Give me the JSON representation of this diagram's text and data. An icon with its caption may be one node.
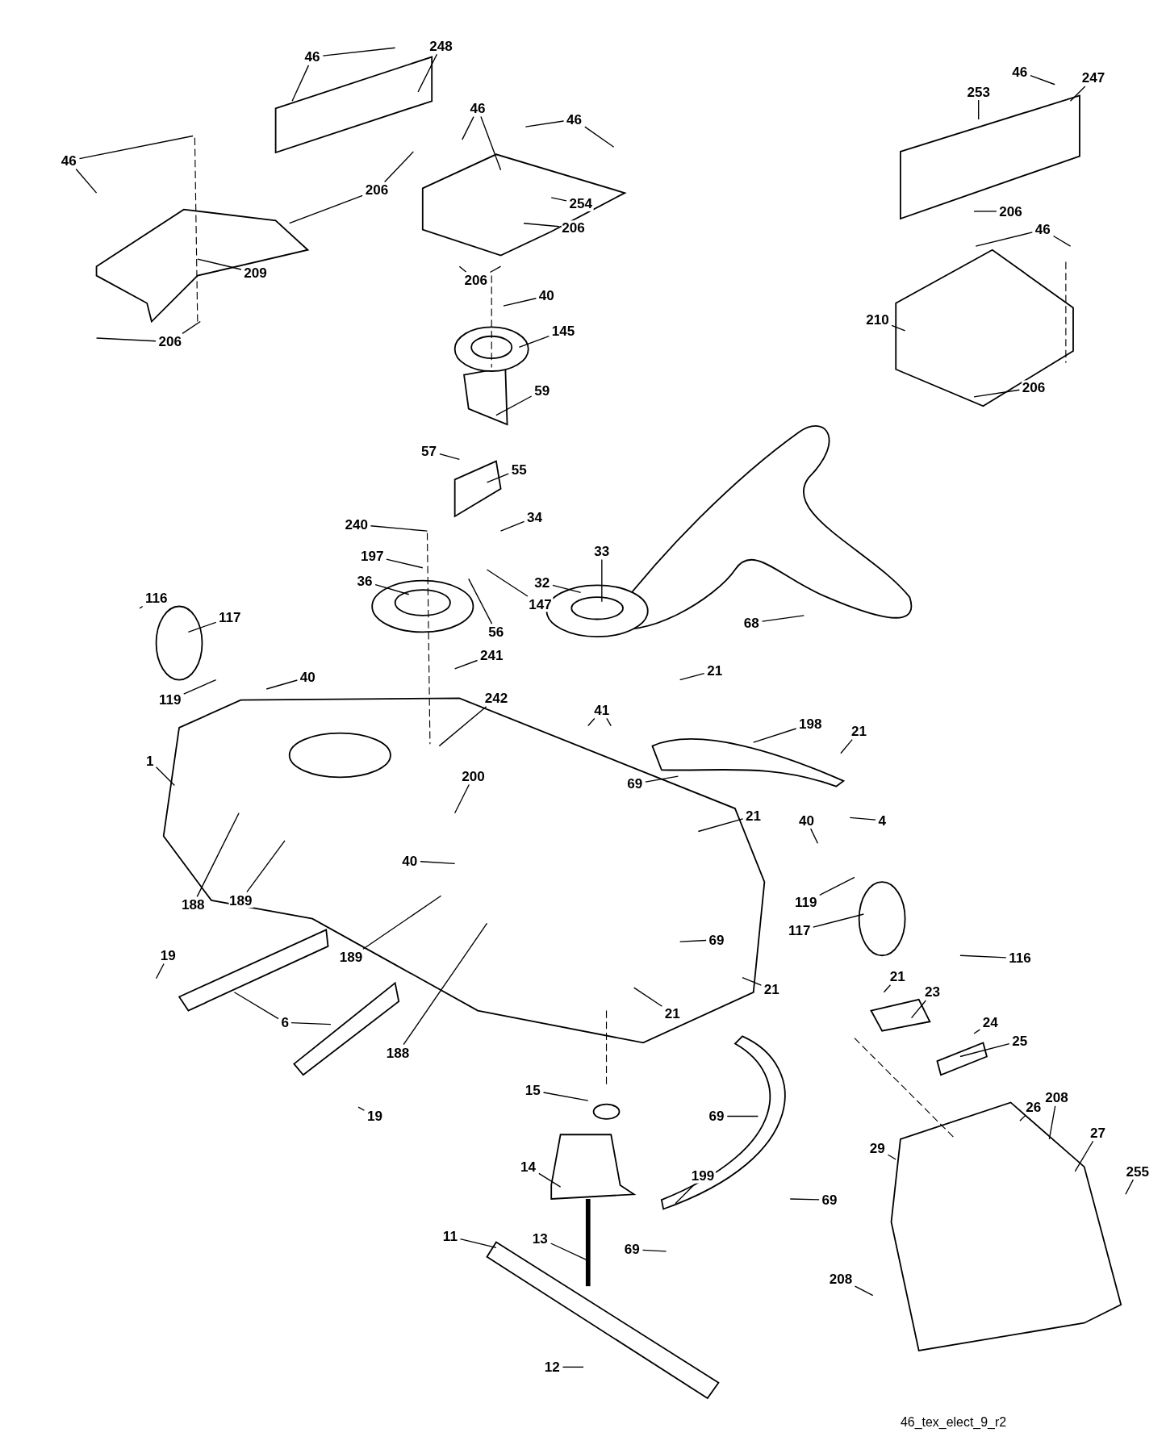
{
  "diagram": {
    "nodes": [
      {
        "text": [
          "46"
        ]
      },
      {
        "text": [
          "248"
        ]
      },
      {
        "text": [
          "46"
        ]
      },
      {
        "text": [
          "247"
        ]
      },
      {
        "text": [
          "253"
        ]
      },
      {
        "text": [
          "46"
        ]
      },
      {
        "text": [
          "46"
        ]
      },
      {
        "text": [
          "46"
        ]
      },
      {
        "text": [
          "206"
        ]
      },
      {
        "text": [
          "254"
        ]
      },
      {
        "text": [
          "206"
        ]
      },
      {
        "text": [
          "206"
        ]
      },
      {
        "text": [
          "46"
        ]
      },
      {
        "text": [
          "209"
        ]
      },
      {
        "text": [
          "206"
        ]
      },
      {
        "text": [
          "40"
        ]
      },
      {
        "text": [
          "210"
        ]
      },
      {
        "text": [
          "145"
        ]
      },
      {
        "text": [
          "206"
        ]
      },
      {
        "text": [
          "206"
        ]
      },
      {
        "text": [
          "59"
        ]
      },
      {
        "text": [
          "57"
        ]
      },
      {
        "text": [
          "55"
        ]
      },
      {
        "text": [
          "34"
        ]
      },
      {
        "text": [
          "240"
        ]
      },
      {
        "text": [
          "33"
        ]
      },
      {
        "text": [
          "197"
        ]
      },
      {
        "text": [
          "36"
        ]
      },
      {
        "text": [
          "32"
        ]
      },
      {
        "text": [
          "116"
        ]
      },
      {
        "text": [
          "147"
        ]
      },
      {
        "text": [
          "117"
        ]
      },
      {
        "text": [
          "68"
        ]
      },
      {
        "text": [
          "56"
        ]
      },
      {
        "text": [
          "241"
        ]
      },
      {
        "text": [
          "21"
        ]
      },
      {
        "text": [
          "40"
        ]
      },
      {
        "text": [
          "119"
        ]
      },
      {
        "text": [
          "242"
        ]
      },
      {
        "text": [
          "41"
        ]
      },
      {
        "text": [
          "198"
        ]
      },
      {
        "text": [
          "21"
        ]
      },
      {
        "text": [
          "1"
        ]
      },
      {
        "text": [
          "200"
        ]
      },
      {
        "text": [
          "69"
        ]
      },
      {
        "text": [
          "21"
        ]
      },
      {
        "text": [
          "40"
        ]
      },
      {
        "text": [
          "4"
        ]
      },
      {
        "text": [
          "40"
        ]
      },
      {
        "text": [
          "119"
        ]
      },
      {
        "text": [
          "188"
        ]
      },
      {
        "text": [
          "189"
        ]
      },
      {
        "text": [
          "117"
        ]
      },
      {
        "text": [
          "189"
        ]
      },
      {
        "text": [
          "19"
        ]
      },
      {
        "text": [
          "69"
        ]
      },
      {
        "text": [
          "116"
        ]
      },
      {
        "text": [
          "21"
        ]
      },
      {
        "text": [
          "21"
        ]
      },
      {
        "text": [
          "23"
        ]
      },
      {
        "text": [
          "21"
        ]
      },
      {
        "text": [
          "6"
        ]
      },
      {
        "text": [
          "24"
        ]
      },
      {
        "text": [
          "25"
        ]
      },
      {
        "text": [
          "188"
        ]
      },
      {
        "text": [
          "15"
        ]
      },
      {
        "text": [
          "208"
        ]
      },
      {
        "text": [
          "26"
        ]
      },
      {
        "text": [
          "19"
        ]
      },
      {
        "text": [
          "69"
        ]
      },
      {
        "text": [
          "27"
        ]
      },
      {
        "text": [
          "29"
        ]
      },
      {
        "text": [
          "14"
        ]
      },
      {
        "text": [
          "255"
        ]
      },
      {
        "text": [
          "199"
        ]
      },
      {
        "text": [
          "69"
        ]
      },
      {
        "text": [
          "11"
        ]
      },
      {
        "text": [
          "13"
        ]
      },
      {
        "text": [
          "69"
        ]
      },
      {
        "text": [
          "208"
        ]
      },
      {
        "text": [
          "12"
        ]
      }
    ],
    "edges": [
      {
        "from": 0,
        "to": null,
        "arrow": "none"
      },
      {
        "from": 0,
        "to": null,
        "arrow": "none"
      },
      {
        "from": 1,
        "to": null,
        "arrow": "none"
      },
      {
        "from": 2,
        "to": null,
        "arrow": "none"
      },
      {
        "from": 3,
        "to": null,
        "arrow": "none"
      },
      {
        "from": 4,
        "to": null,
        "arrow": "none"
      },
      {
        "from": 5,
        "to": null,
        "arrow": "none"
      },
      {
        "from": 5,
        "to": null,
        "arrow": "none"
      },
      {
        "from": 6,
        "to": null,
        "arrow": "none"
      },
      {
        "from": 6,
        "to": null,
        "arrow": "none"
      },
      {
        "from": 7,
        "to": null,
        "arrow": "none"
      },
      {
        "from": 7,
        "to": null,
        "arrow": "none"
      },
      {
        "from": 8,
        "to": null,
        "arrow": "none"
      },
      {
        "from": 8,
        "to": null,
        "arrow": "none"
      },
      {
        "from": 9,
        "to": null,
        "arrow": "none"
      },
      {
        "from": 10,
        "to": null,
        "arrow": "none"
      },
      {
        "from": 11,
        "to": null,
        "arrow": "none"
      },
      {
        "from": 12,
        "to": null,
        "arrow": "none"
      },
      {
        "from": 12,
        "to": null,
        "arrow": "none"
      },
      {
        "from": 13,
        "to": null,
        "arrow": "none"
      },
      {
        "from": 14,
        "to": null,
        "arrow": "none"
      },
      {
        "from": 14,
        "to": null,
        "arrow": "none"
      },
      {
        "from": 15,
        "to": null,
        "arrow": "none"
      },
      {
        "from": 16,
        "to": null,
        "arrow": "none"
      },
      {
        "from": 17,
        "to": null,
        "arrow": "none"
      },
      {
        "from": 18,
        "to": null,
        "arrow": "none"
      },
      {
        "from": 18,
        "to": null,
        "arrow": "none"
      },
      {
        "from": 19,
        "to": null,
        "arrow": "none"
      },
      {
        "from": 20,
        "to": null,
        "arrow": "none"
      },
      {
        "from": 21,
        "to": null,
        "arrow": "none"
      },
      {
        "from": 22,
        "to": null,
        "arrow": "none"
      },
      {
        "from": 23,
        "to": null,
        "arrow": "none"
      },
      {
        "from": 24,
        "to": null,
        "arrow": "none"
      },
      {
        "from": 25,
        "to": null,
        "arrow": "none"
      },
      {
        "from": 26,
        "to": null,
        "arrow": "none"
      },
      {
        "from": 27,
        "to": null,
        "arrow": "none"
      },
      {
        "from": 28,
        "to": null,
        "arrow": "none"
      },
      {
        "from": 29,
        "to": null,
        "arrow": "none"
      },
      {
        "from": 30,
        "to": null,
        "arrow": "none"
      },
      {
        "from": 31,
        "to": null,
        "arrow": "none"
      },
      {
        "from": 32,
        "to": null,
        "arrow": "none"
      },
      {
        "from": 33,
        "to": null,
        "arrow": "none"
      },
      {
        "from": 34,
        "to": null,
        "arrow": "none"
      },
      {
        "from": 35,
        "to": null,
        "arrow": "none"
      },
      {
        "from": 36,
        "to": null,
        "arrow": "none"
      },
      {
        "from": 37,
        "to": null,
        "arrow": "none"
      },
      {
        "from": 38,
        "to": null,
        "arrow": "none"
      },
      {
        "from": 39,
        "to": null,
        "arrow": "none"
      },
      {
        "from": 39,
        "to": null,
        "arrow": "none"
      },
      {
        "from": 40,
        "to": null,
        "arrow": "none"
      },
      {
        "from": 41,
        "to": null,
        "arrow": "none"
      },
      {
        "from": 42,
        "to": null,
        "arrow": "none"
      },
      {
        "from": 43,
        "to": null,
        "arrow": "none"
      },
      {
        "from": 44,
        "to": null,
        "arrow": "none"
      },
      {
        "from": 45,
        "to": null,
        "arrow": "none"
      },
      {
        "from": 46,
        "to": null,
        "arrow": "none"
      },
      {
        "from": 47,
        "to": null,
        "arrow": "none"
      },
      {
        "from": 48,
        "to": null,
        "arrow": "none"
      },
      {
        "from": 49,
        "to": null,
        "arrow": "none"
      },
      {
        "from": 50,
        "to": null,
        "arrow": "none"
      },
      {
        "from": 51,
        "to": null,
        "arrow": "none"
      },
      {
        "from": 52,
        "to": null,
        "arrow": "none"
      },
      {
        "from": 53,
        "to": null,
        "arrow": "none"
      },
      {
        "from": 54,
        "to": null,
        "arrow": "none"
      },
      {
        "from": 55,
        "to": null,
        "arrow": "none"
      },
      {
        "from": 56,
        "to": null,
        "arrow": "none"
      },
      {
        "from": 57,
        "to": null,
        "arrow": "none"
      },
      {
        "from": 58,
        "to": null,
        "arrow": "none"
      },
      {
        "from": 59,
        "to": null,
        "arrow": "none"
      },
      {
        "from": 60,
        "to": null,
        "arrow": "none"
      },
      {
        "from": 61,
        "to": null,
        "arrow": "none"
      },
      {
        "from": 61,
        "to": null,
        "arrow": "none"
      },
      {
        "from": 62,
        "to": null,
        "arrow": "none"
      },
      {
        "from": 63,
        "to": null,
        "arrow": "none"
      },
      {
        "from": 64,
        "to": null,
        "arrow": "none"
      },
      {
        "from": 65,
        "to": null,
        "arrow": "none"
      },
      {
        "from": 66,
        "to": null,
        "arrow": "none"
      },
      {
        "from": 67,
        "to": null,
        "arrow": "none"
      },
      {
        "from": 68,
        "to": null,
        "arrow": "none"
      },
      {
        "from": 69,
        "to": null,
        "arrow": "none"
      },
      {
        "from": 70,
        "to": null,
        "arrow": "none"
      },
      {
        "from": 71,
        "to": null,
        "arrow": "none"
      },
      {
        "from": 72,
        "to": null,
        "arrow": "none"
      },
      {
        "from": 73,
        "to": null,
        "arrow": "none"
      },
      {
        "from": 74,
        "to": null,
        "arrow": "none"
      },
      {
        "from": 75,
        "to": null,
        "arrow": "none"
      },
      {
        "from": 76,
        "to": null,
        "arrow": "none"
      },
      {
        "from": 77,
        "to": null,
        "arrow": "none"
      },
      {
        "from": 78,
        "to": null,
        "arrow": "none"
      },
      {
        "from": 79,
        "to": null,
        "arrow": "none"
      },
      {
        "from": 80,
        "to": null,
        "arrow": "none"
      }
    ],
    "labels": [
      "46_tex_elect_9_r2"
    ]
  }
}
